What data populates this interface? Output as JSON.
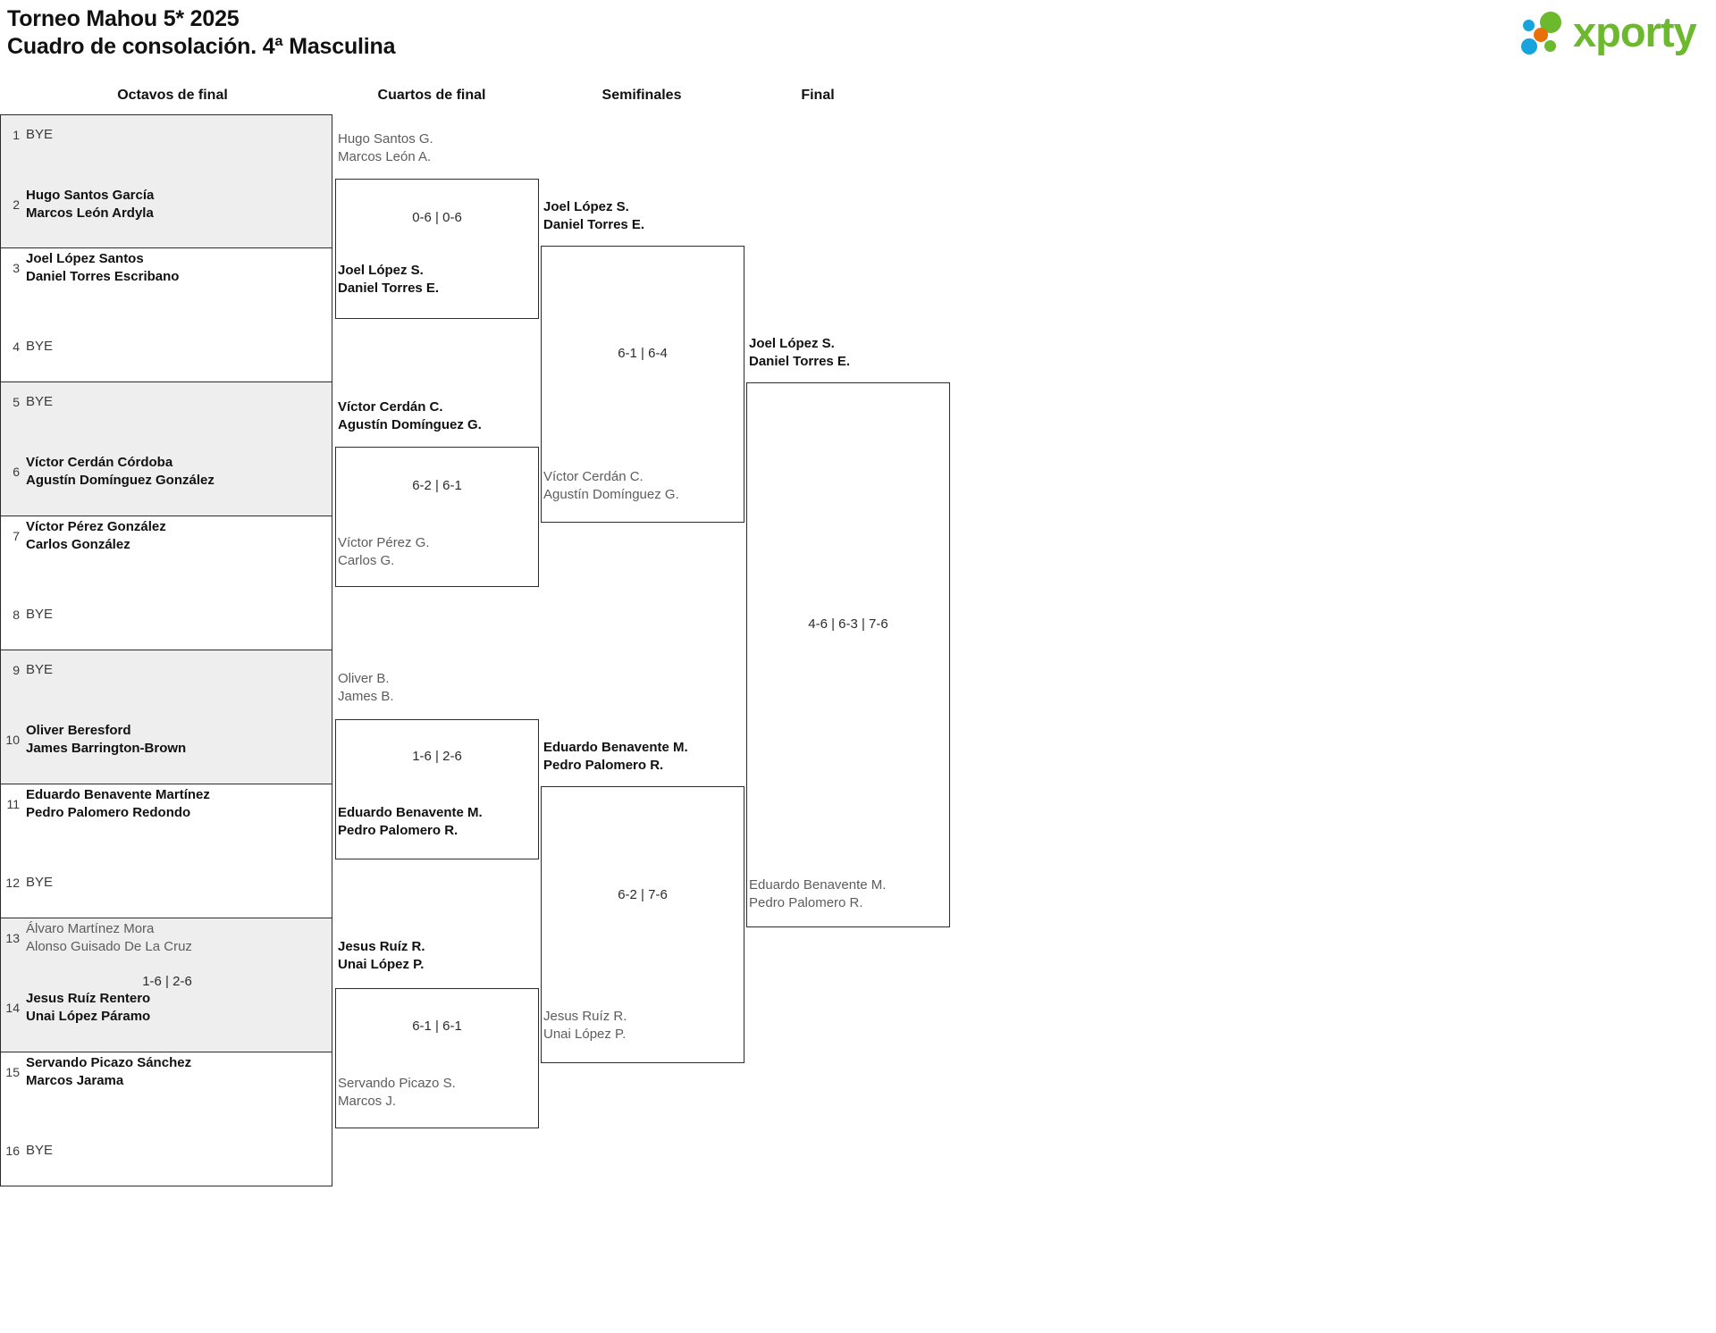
{
  "header": {
    "title_line1": "Torneo Mahou 5* 2025",
    "title_line2": "Cuadro de consolación. 4ª Masculina",
    "logo_text": "xporty",
    "logo_colors": {
      "green": "#6cb92d",
      "blue": "#17a3dc",
      "orange": "#e8700a"
    }
  },
  "rounds": [
    {
      "label": "Octavos de final"
    },
    {
      "label": "Cuartos de final"
    },
    {
      "label": "Semifinales"
    },
    {
      "label": "Final"
    }
  ],
  "bye_label": "BYE",
  "round1": {
    "seeds": [
      {
        "num": "1",
        "line1": "BYE",
        "line2": "",
        "state": "bye"
      },
      {
        "num": "2",
        "line1": "Hugo Santos García",
        "line2": "Marcos León Ardyla",
        "state": "winner"
      },
      {
        "num": "3",
        "line1": "Joel López Santos",
        "line2": "Daniel Torres Escribano",
        "state": "winner"
      },
      {
        "num": "4",
        "line1": "BYE",
        "line2": "",
        "state": "bye"
      },
      {
        "num": "5",
        "line1": "BYE",
        "line2": "",
        "state": "bye"
      },
      {
        "num": "6",
        "line1": "Víctor Cerdán Córdoba",
        "line2": "Agustín Domínguez González",
        "state": "winner"
      },
      {
        "num": "7",
        "line1": "Víctor Pérez González",
        "line2": "Carlos González",
        "state": "winner"
      },
      {
        "num": "8",
        "line1": "BYE",
        "line2": "",
        "state": "bye"
      },
      {
        "num": "9",
        "line1": "BYE",
        "line2": "",
        "state": "bye"
      },
      {
        "num": "10",
        "line1": "Oliver Beresford",
        "line2": "James Barrington-Brown",
        "state": "winner"
      },
      {
        "num": "11",
        "line1": "Eduardo Benavente Martínez",
        "line2": "Pedro Palomero Redondo",
        "state": "winner"
      },
      {
        "num": "12",
        "line1": "BYE",
        "line2": "",
        "state": "bye"
      },
      {
        "num": "13",
        "line1": "Álvaro Martínez Mora",
        "line2": "Alonso Guisado De La Cruz",
        "state": "loser"
      },
      {
        "num": "14",
        "line1": "Jesus Ruíz Rentero",
        "line2": "Unai López Páramo",
        "state": "winner"
      },
      {
        "num": "15",
        "line1": "Servando Picazo Sánchez",
        "line2": "Marcos Jarama",
        "state": "winner"
      },
      {
        "num": "16",
        "line1": "BYE",
        "line2": "",
        "state": "bye"
      }
    ],
    "scores": [
      {
        "match": "1",
        "value": ""
      },
      {
        "match": "2",
        "value": ""
      },
      {
        "match": "3",
        "value": ""
      },
      {
        "match": "4",
        "value": ""
      },
      {
        "match": "5",
        "value": ""
      },
      {
        "match": "6",
        "value": ""
      },
      {
        "match": "7",
        "value": "1-6 | 2-6"
      },
      {
        "match": "8",
        "value": ""
      }
    ]
  },
  "round2": {
    "matches": [
      {
        "top": {
          "line1": "Hugo Santos G.",
          "line2": "Marcos León A.",
          "state": "loser"
        },
        "bottom": {
          "line1": "Joel López S.",
          "line2": "Daniel Torres E.",
          "state": "winner"
        },
        "score": "0-6 | 0-6"
      },
      {
        "top": {
          "line1": "Víctor Cerdán C.",
          "line2": "Agustín Domínguez G.",
          "state": "winner"
        },
        "bottom": {
          "line1": "Víctor Pérez G.",
          "line2": "Carlos G.",
          "state": "loser"
        },
        "score": "6-2 | 6-1"
      },
      {
        "top": {
          "line1": "Oliver B.",
          "line2": "James B.",
          "state": "loser"
        },
        "bottom": {
          "line1": "Eduardo Benavente M.",
          "line2": "Pedro Palomero R.",
          "state": "winner"
        },
        "score": "1-6 | 2-6"
      },
      {
        "top": {
          "line1": "Jesus Ruíz R.",
          "line2": "Unai López P.",
          "state": "winner"
        },
        "bottom": {
          "line1": "Servando Picazo S.",
          "line2": "Marcos J.",
          "state": "loser"
        },
        "score": "6-1 | 6-1"
      }
    ]
  },
  "round3": {
    "matches": [
      {
        "top": {
          "line1": "Joel López S.",
          "line2": "Daniel Torres E.",
          "state": "winner"
        },
        "bottom": {
          "line1": "Víctor Cerdán C.",
          "line2": "Agustín Domínguez G.",
          "state": "loser"
        },
        "score": "6-1 | 6-4"
      },
      {
        "top": {
          "line1": "Eduardo Benavente M.",
          "line2": "Pedro Palomero R.",
          "state": "winner"
        },
        "bottom": {
          "line1": "Jesus Ruíz R.",
          "line2": "Unai López P.",
          "state": "loser"
        },
        "score": "6-2 | 7-6"
      }
    ]
  },
  "round4": {
    "matches": [
      {
        "top": {
          "line1": "Joel López S.",
          "line2": "Daniel Torres E.",
          "state": "winner"
        },
        "bottom": {
          "line1": "Eduardo Benavente M.",
          "line2": "Pedro Palomero R.",
          "state": "loser"
        },
        "score": "4-6 | 6-3 | 7-6"
      }
    ]
  }
}
